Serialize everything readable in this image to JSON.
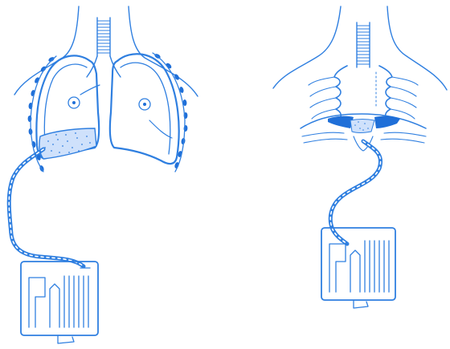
{
  "figure": {
    "background": "#ffffff",
    "colors": {
      "line": "#2f7fe0",
      "fill": "#1f6fd8",
      "tint": "#4a8fe6"
    },
    "panels": [
      {
        "id": "left",
        "depicts": [
          "neck",
          "trachea",
          "left-lung",
          "right-lung",
          "pleural-effusion",
          "drainage-tube",
          "drainage-collection-device"
        ]
      },
      {
        "id": "right",
        "depicts": [
          "neck",
          "trachea",
          "rib-cage",
          "diaphragm-region",
          "drainage-tube",
          "drainage-collection-device"
        ]
      }
    ]
  }
}
